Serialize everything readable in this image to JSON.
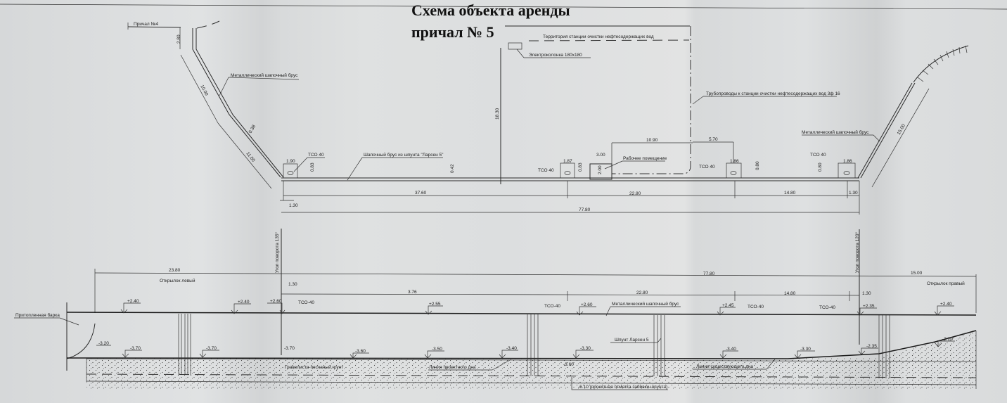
{
  "title": {
    "line1": "Схема объекта аренды",
    "line2": "причал № 5"
  },
  "plan": {
    "berth4": "Причал №4",
    "metal_cap_left": "Металлический шапочный брус",
    "metal_cap_right": "Металлический шапочный брус",
    "larsen_cap": "Шапочный брус из шпунта \"Ларсен 5\"",
    "territory": "Территория станции очистки нефтесодержащих вод",
    "electro": "Электроколонка 180x180",
    "pipelines": "Трубопроводы к станции очистки нефтесодержащих вод 3ф 16",
    "work_room": "Рабочее помещение",
    "tco": "ТСО 40",
    "dims": {
      "d280": "2.80",
      "d1000": "10.00",
      "d038": "0.38",
      "d1100": "11.00",
      "d190": "1.90",
      "d083a": "0.83",
      "d042": "0.42",
      "d1830": "18.30",
      "d187": "1.87",
      "d083b": "0.83",
      "d300": "3.00",
      "d200": "2.00",
      "d1090": "10.90",
      "d570": "5.70",
      "d186a": "1.86",
      "d080a": "0.80",
      "d186b": "1.86",
      "d080b": "0.80",
      "d1500": "15.00",
      "d3760": "37.60",
      "d2280": "22.80",
      "d1480": "14.80",
      "d130r": "1.30",
      "d130l": "1.30",
      "d7780": "77.80"
    }
  },
  "section": {
    "angle_left": "Угол поворота 135°",
    "angle_right": "Угол поворота 120°",
    "wing_left": "Открылок левый",
    "wing_right": "Открылок правый",
    "barge": "Притопленная барка",
    "tco": "ТСО-40",
    "metal_cap": "Металлический шапочный брус",
    "larsen": "Шпунт Ларсен 5",
    "soil": "Гравелисто-песчаный грунт",
    "design_bottom": "Линия проектного дна",
    "existing_bottom": "Линия существующего дна",
    "pile_mark": "-6.10 (проектная отметка забивки шпунта)",
    "dims": {
      "d2380": "23.80",
      "d7780": "77.80",
      "d1500": "15.00",
      "d130l": "1.30",
      "d376": "3.76",
      "d2280": "22.80",
      "d1480": "14.80",
      "d130r": "1.30"
    },
    "top_elevations": [
      "+2.40",
      "+2.40",
      "+2.60",
      "+2.55",
      "+2.60",
      "+2.45",
      "+2.35",
      "+2.40"
    ],
    "bottom_elevations": [
      "-3.20",
      "-3.70",
      "-3.70",
      "-3.70",
      "-3.60",
      "-3.50",
      "-3.40",
      "-3.30",
      "-3.60",
      "-3.40",
      "-3.30",
      "-2.35",
      "-2.20"
    ]
  }
}
